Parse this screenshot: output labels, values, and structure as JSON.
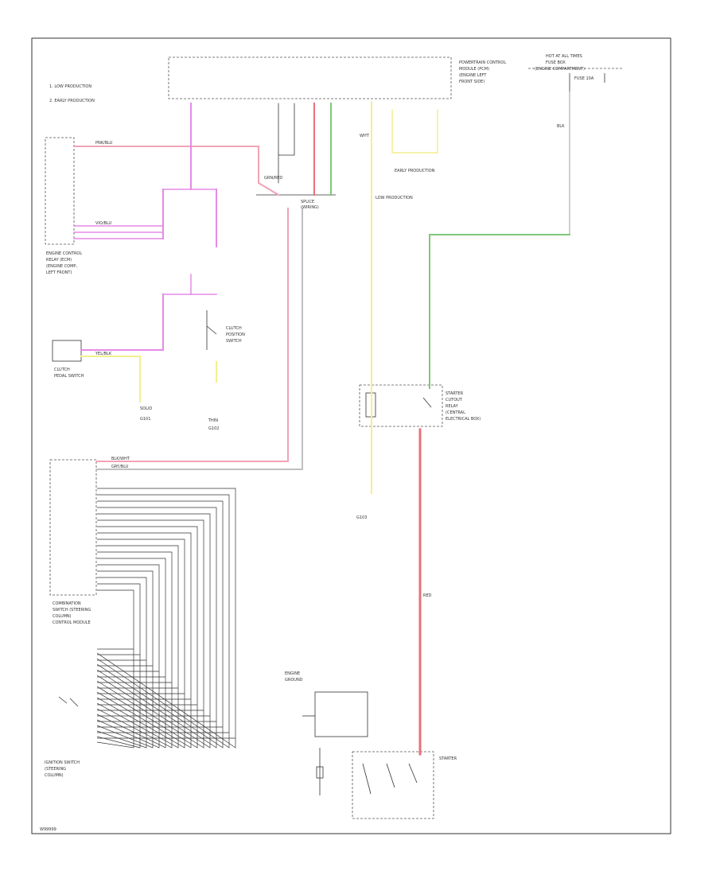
{
  "diagram": {
    "legend": [
      "1. LOW PRODUCTION",
      "2. EARLY PRODUCTION"
    ],
    "components": {
      "top_module": [
        "POWERTRAIN CONTROL",
        "MODULE (PCM)",
        "(ENGINE LEFT",
        "FRONT SIDE)"
      ],
      "top_right_box": [
        "HOT AT ALL TIMES",
        "FUSE BOX",
        "(ENGINE COMPARTMENT)",
        "FUSE 10A"
      ],
      "left_upper_module": [
        "ENGINE CONTROL",
        "RELAY (ECM)",
        "(ENGINE COMP,",
        "LEFT FRONT)"
      ],
      "left_small_box": [
        "CLUTCH",
        "PEDAL SWITCH"
      ],
      "left_lower_module": [
        "COMBINATION",
        "SWITCH (STEERING",
        "COLUMN)",
        "CONTROL MODULE"
      ],
      "ignition_switch": [
        "IGNITION SWITCH",
        "(STEERING",
        "COLUMN)"
      ],
      "starter_relay": [
        "STARTER",
        "CUTOUT",
        "RELAY",
        "(CENTRAL",
        "ELECTRICAL BOX)"
      ],
      "starter_motor": [
        "STARTER"
      ],
      "engine_block": [
        "ENGINE",
        "GROUND"
      ],
      "upper_middle_splice": [
        "SPLICE",
        "(WIRING)"
      ],
      "lower_middle_box": [
        "CLUTCH",
        "POSITION",
        "SWITCH"
      ],
      "ground_labels": [
        "G101",
        "G102",
        "G103"
      ]
    },
    "wire_labels": [
      "PNK/BLU",
      "BLK/WHT",
      "VIO/BLU",
      "GRN/RED",
      "YEL/BLK",
      "RED",
      "BLK",
      "WHT",
      "GRY/BLU",
      "LOW PRODUCTION",
      "EARLY PRODUCTION",
      "SOLID",
      "THIN"
    ],
    "footer_id": "W99999"
  },
  "colors": {
    "pink": "#f2a3b6",
    "magenta": "#e58ae8",
    "yellow": "#f3ef8f",
    "green": "#7fc67a",
    "red": "#e8707a",
    "gray": "#bfbfbf",
    "dark": "#333333"
  }
}
